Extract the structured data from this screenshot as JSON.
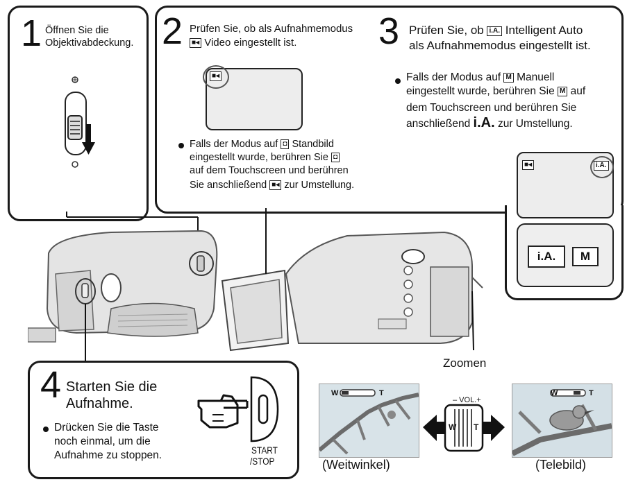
{
  "step1": {
    "number": "1",
    "line1": "Öffnen Sie die",
    "line2": "Objektivabdeckung."
  },
  "step2": {
    "number": "2",
    "line1": "Prüfen Sie, ob als Aufnahmemodus",
    "line2": "Video eingestellt ist.",
    "note_line1": "Falls der Modus auf",
    "note_line1b": "Standbild",
    "note_line2": "eingestellt wurde, berühren Sie",
    "note_line3": "auf dem Touchscreen und berühren",
    "note_line4a": "Sie anschließend",
    "note_line4b": "zur Umstellung."
  },
  "step3": {
    "number": "3",
    "line1a": "Prüfen Sie, ob",
    "line1b": "Intelligent Auto",
    "line2": "als Aufnahmemodus eingestellt ist.",
    "note_line1a": "Falls der Modus auf",
    "note_line1b": "Manuell",
    "note_line2a": "eingestellt wurde, berühren Sie",
    "note_line2b": "auf",
    "note_line3": "dem Touchscreen und berühren Sie",
    "note_line4a": "anschließend",
    "note_line4b": "i.A.",
    "note_line4c": "zur Umstellung.",
    "ia_icon": "i.A.",
    "m_icon": "M",
    "btn_ia": "i.A.",
    "btn_m": "M"
  },
  "step4": {
    "number": "4",
    "line1": "Starten Sie die",
    "line2": "Aufnahme.",
    "note_line1": "Drücken Sie die Taste",
    "note_line2": "noch einmal, um die",
    "note_line3": "Aufnahme zu stoppen.",
    "button_label1": "START",
    "button_label2": "/STOP"
  },
  "zoom": {
    "label": "Zoomen",
    "vol": "– VOL.+",
    "w": "W",
    "t": "T",
    "wide_caption": "(Weitwinkel)",
    "tele_caption": "(Telebild)"
  },
  "colors": {
    "border": "#1a1a1a",
    "screen": "#ededed",
    "arrow": "#111111"
  }
}
